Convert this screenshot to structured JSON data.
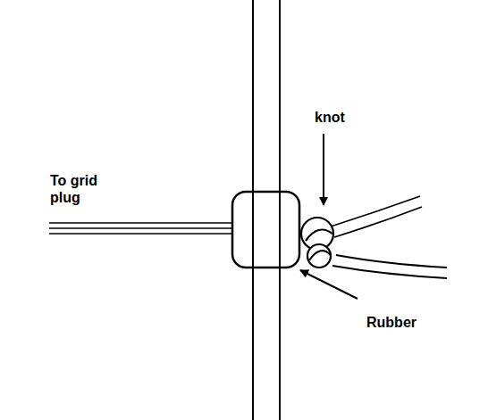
{
  "diagram": {
    "labels": [
      "To grid plug",
      "knot",
      "Rubber"
    ]
  }
}
